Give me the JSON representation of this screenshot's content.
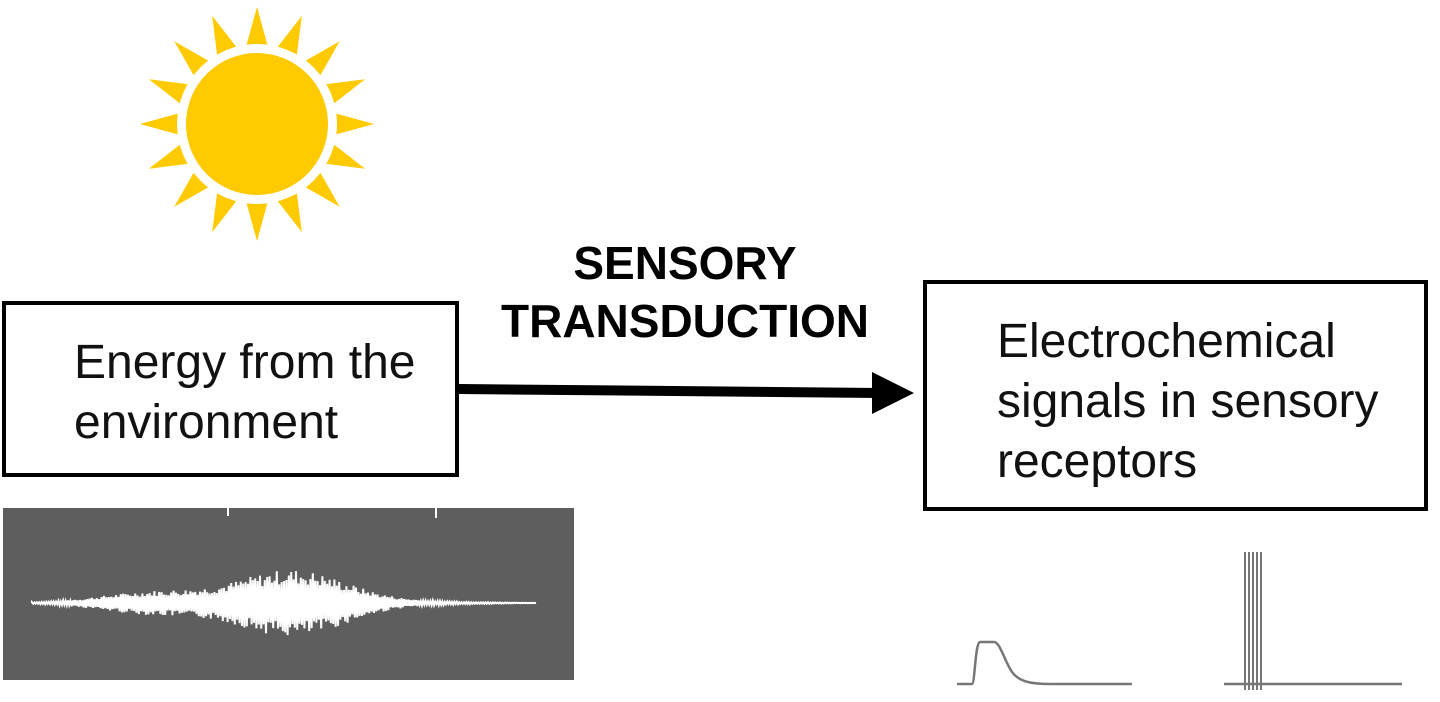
{
  "process": {
    "label_line1": "SENSORY",
    "label_line2": "TRANSDUCTION"
  },
  "input_box": {
    "line1": "Energy from the",
    "line2": "environment"
  },
  "output_box": {
    "line1": "Electrochemical",
    "line2": "signals in sensory",
    "line3": "receptors"
  },
  "icons": {
    "sun": "sun-icon",
    "arrow": "arrow-right-icon",
    "waveform": "sound-waveform-icon",
    "receptor_potential": "receptor-potential-trace-icon",
    "action_potentials": "action-potential-spikes-icon"
  },
  "colors": {
    "sun_fill": "#FFCA00",
    "waveform_bg": "#5E5E5E",
    "waveform_trace": "#FFFFFF",
    "signal_trace": "#777777"
  }
}
